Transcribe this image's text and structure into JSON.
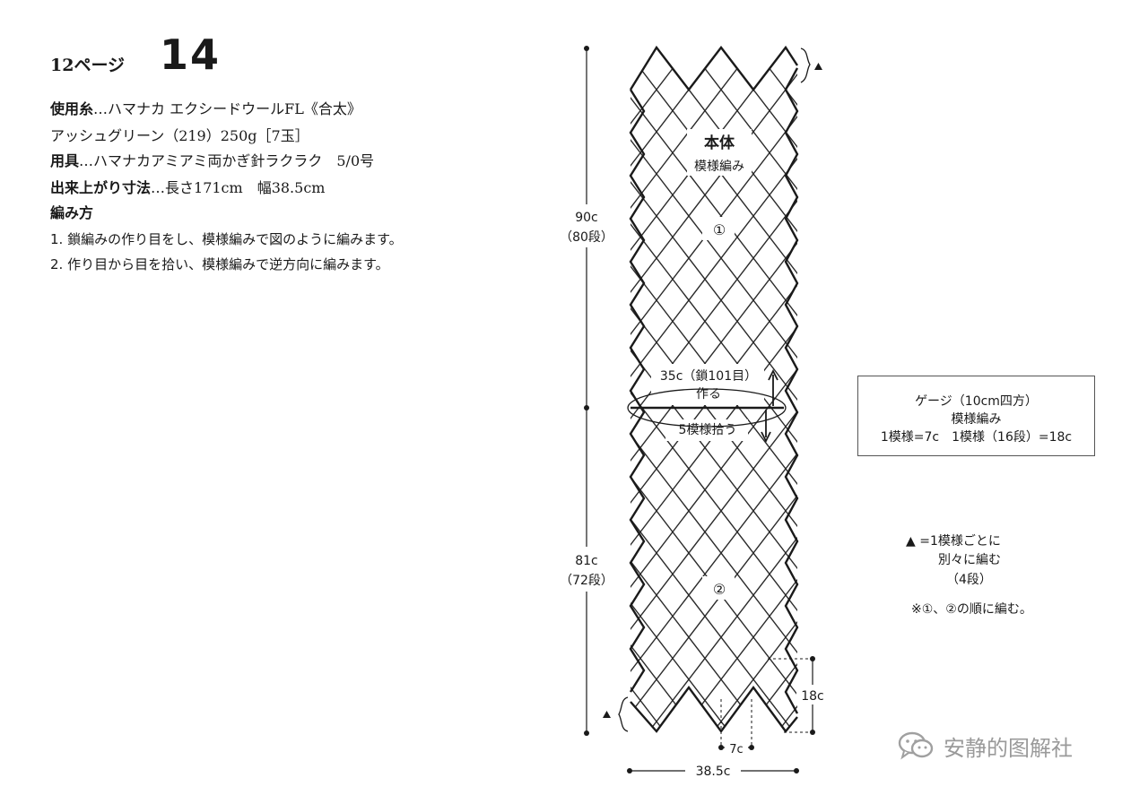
{
  "header": {
    "page_ref": "12ページ",
    "pattern_number": "14"
  },
  "materials": {
    "yarn_label": "使用糸",
    "yarn": "…ハマナカ エクシードウールFL《合太》",
    "yarn_color": "アッシュグリーン（219）250g［7玉］",
    "tools_label": "用具",
    "tools": "…ハマナカアミアミ両かぎ針ラクラク　5/0号",
    "size_label": "出来上がり寸法",
    "size": "…長さ171cm　幅38.5cm"
  },
  "instructions": {
    "heading": "編み方",
    "steps": [
      "1. 鎖編みの作り目をし、模様編みで図のように編みます。",
      "2. 作り目から目を拾い、模様編みで逆方向に編みます。"
    ]
  },
  "diagram": {
    "body_title": "本体",
    "body_subtitle": "模様編み",
    "part1_mark": "①",
    "part2_mark": "②",
    "upper_length": "90c",
    "upper_rows": "（80段）",
    "lower_length": "81c",
    "lower_rows": "（72段）",
    "foundation_chain": "35c（鎖101目）",
    "foundation_make": "作る",
    "pickup": "5模様拾う",
    "motif_height": "18c",
    "motif_width": "7c",
    "total_width": "38.5c"
  },
  "gauge": {
    "title": "ゲージ（10cm四方）",
    "stitch": "模様編み",
    "values": "1模様=7c　1模様（16段）=18c"
  },
  "notes": {
    "triangle_line1": "▲ =1模様ごとに",
    "triangle_line2": "別々に編む",
    "triangle_line3": "（4段）",
    "order": "※①、②の順に編む。"
  },
  "watermark": {
    "text": "安静的图解社",
    "icon": "wechat-icon"
  }
}
